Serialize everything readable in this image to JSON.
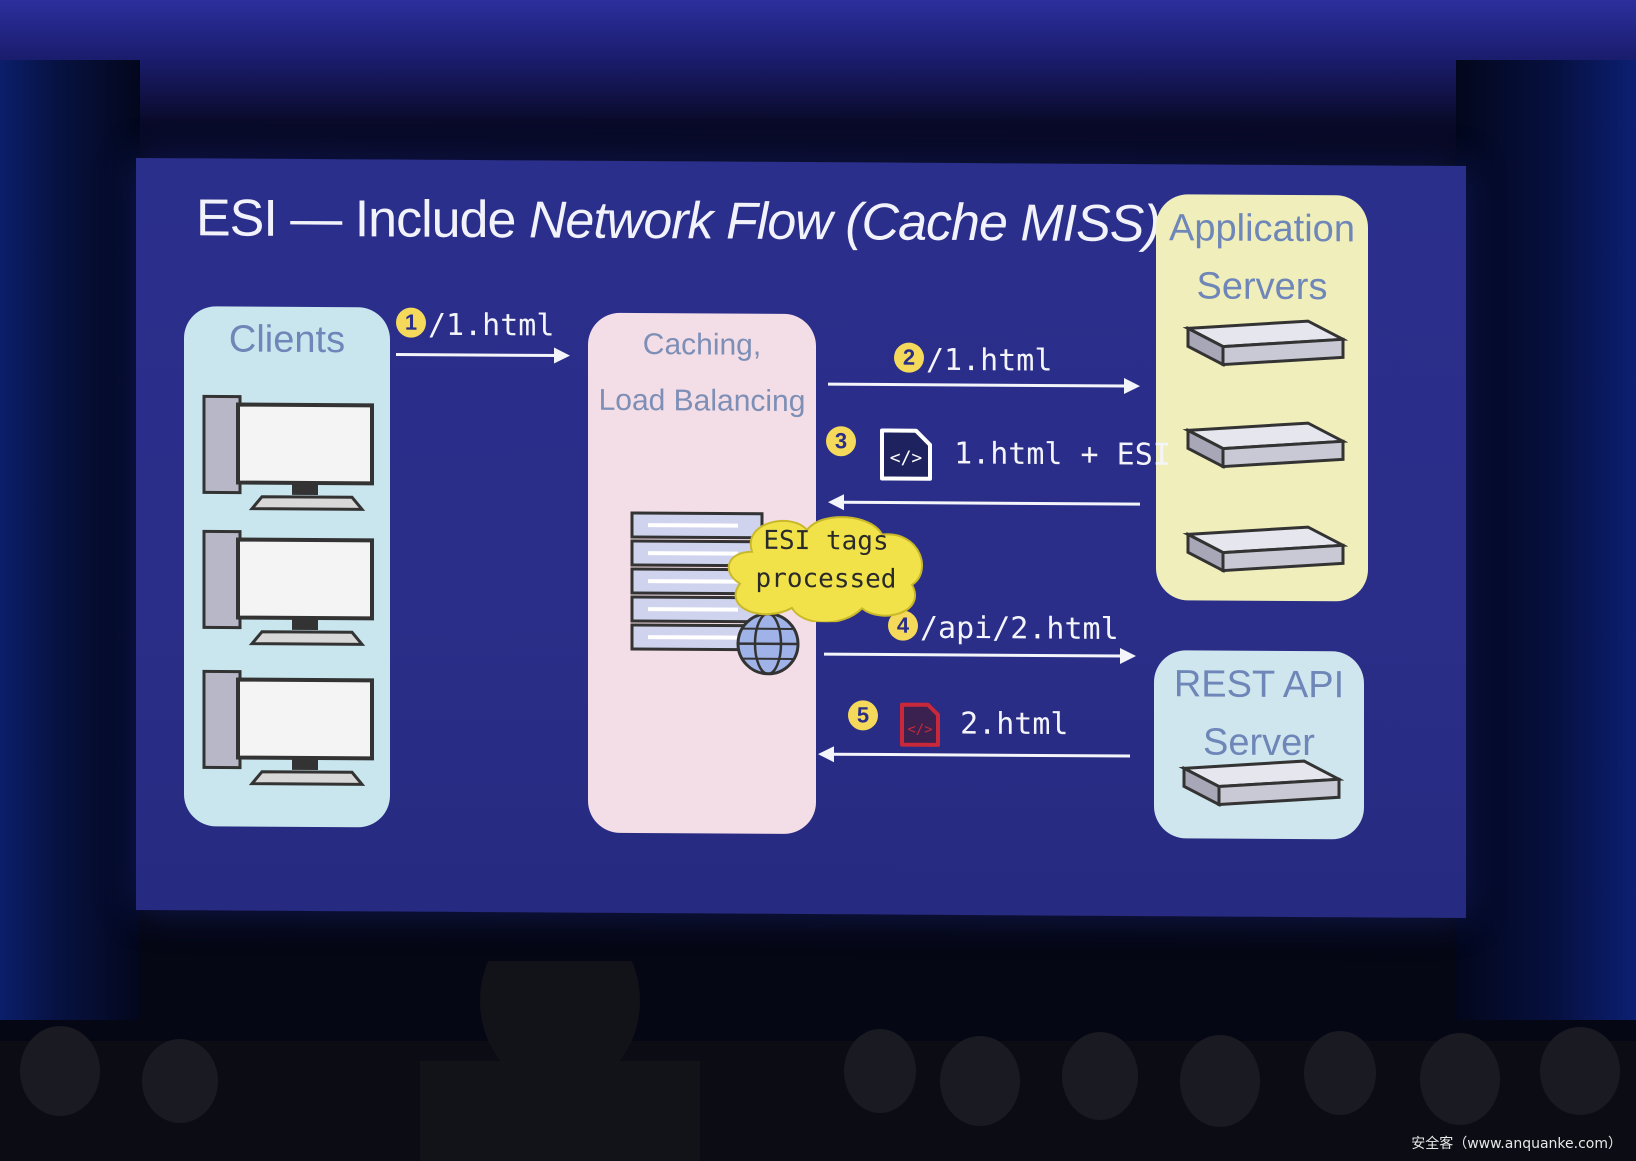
{
  "slide": {
    "title_plain": "ESI — Include ",
    "title_italic": "Network Flow (Cache MISS)"
  },
  "panels": {
    "clients": "Clients",
    "cache_line1": "Caching,",
    "cache_line2": "Load Balancing",
    "app_line1": "Application",
    "app_line2": "Servers",
    "rest_line1": "REST API",
    "rest_line2": "Server"
  },
  "flows": [
    {
      "step": "1",
      "text": "/1.html"
    },
    {
      "step": "2",
      "text": "/1.html"
    },
    {
      "step": "3",
      "text": "1.html + ESI"
    },
    {
      "step": "4",
      "text": "/api/2.html"
    },
    {
      "step": "5",
      "text": "2.html"
    }
  ],
  "cloud": {
    "line1": "ESI tags",
    "line2": "processed"
  },
  "icons": {
    "code_file_1": "code-file-icon",
    "code_file_2": "code-file-icon",
    "globe": "globe-icon",
    "server": "server-icon",
    "computer": "computer-icon"
  },
  "watermark": "安全客（www.anquanke.com）",
  "colors": {
    "slide_bg": "#2b2f8c",
    "clients_panel": "#c9e6ef",
    "cache_panel": "#f3dde6",
    "app_panel": "#f0efbb",
    "rest_panel": "#cfe6ee",
    "step_badge": "#f4d95a",
    "cloud": "#f1e24a"
  }
}
